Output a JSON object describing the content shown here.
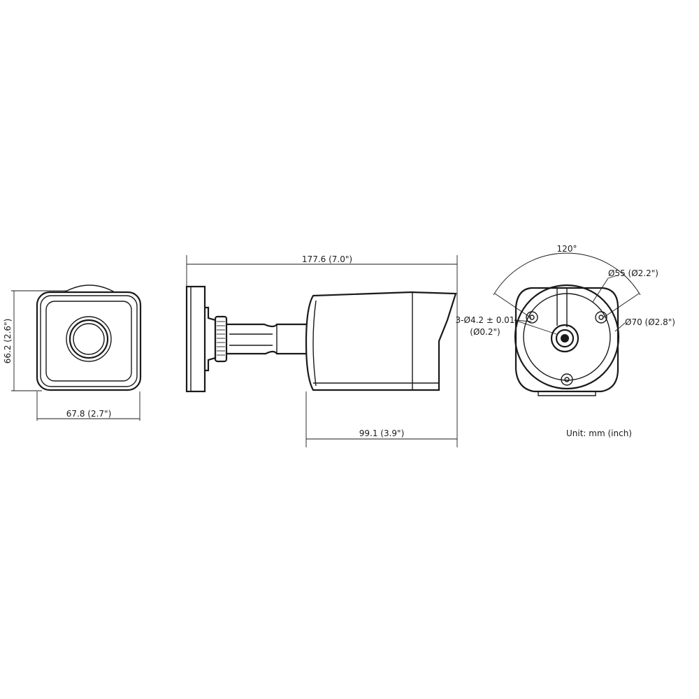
{
  "front_view": {
    "height_label": "66.2 (2.6\")",
    "width_label": "67.8 (2.7\")"
  },
  "side_view": {
    "total_length_label": "177.6 (7.0\")",
    "body_length_label": "99.1 (3.9\")"
  },
  "base_view": {
    "angle_label": "120°",
    "inner_diameter_label": "Ø55 (Ø2.2\")",
    "outer_diameter_label": "Ø70 (Ø2.8\")",
    "hole_label_line1": "3-Ø4.2 ± 0.01",
    "hole_label_line2": "(Ø0.2\")"
  },
  "unit_note": "Unit: mm (inch)"
}
